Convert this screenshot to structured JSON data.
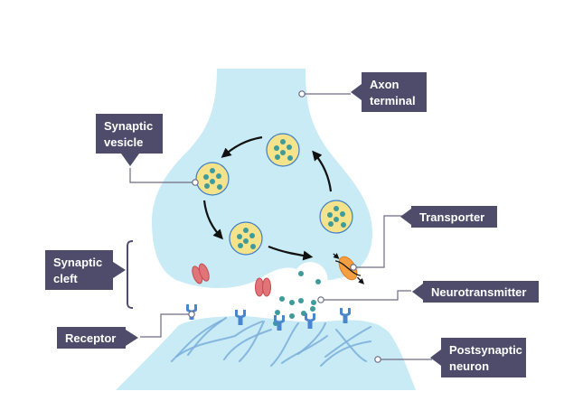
{
  "title": "Synapse diagram",
  "colors": {
    "cell_fill": "#c8ebf5",
    "label_bg": "#4f4c6b",
    "leader_line": "#6e6c84",
    "vesicle_fill": "#f4e38a",
    "vesicle_stroke": "#3f7ec8",
    "neurotransmitter": "#3f9a9a",
    "receptor": "#4a86cc",
    "channel_fill": "#e07479",
    "channel_stroke": "#c74a52",
    "transporter_fill": "#f4a042",
    "transporter_stroke": "#e07a20",
    "arrow": "#111111",
    "dendrite_fibre": "#7aaedb"
  },
  "labels": {
    "axon_terminal": [
      "Axon",
      "terminal"
    ],
    "synaptic_vesicle": [
      "Synaptic",
      "vesicle"
    ],
    "transporter": [
      "Transporter"
    ],
    "synaptic_cleft": [
      "Synaptic",
      "cleft"
    ],
    "neurotransmitter": [
      "Neurotransmitter"
    ],
    "receptor": [
      "Receptor"
    ],
    "postsynaptic_neuron": [
      "Postsynaptic",
      "neuron"
    ]
  },
  "components": {
    "vesicle_count": 4,
    "receptor_count": 5,
    "ion_channel_count": 2,
    "transporter_count": 1,
    "cycle_arrow_count": 4
  }
}
